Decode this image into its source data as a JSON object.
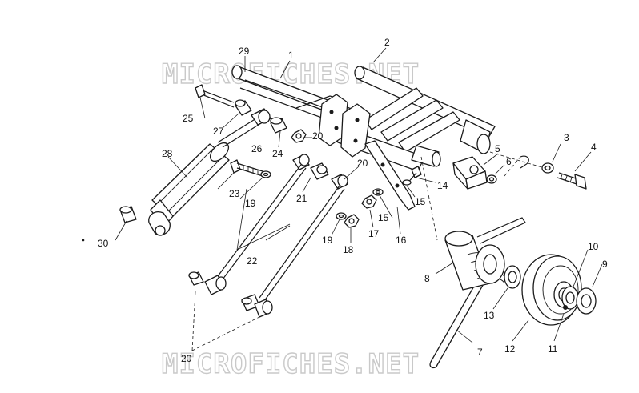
{
  "watermark": {
    "top": "MICROFICHES.NET",
    "bottom": "MICROFICHES.NET"
  },
  "callouts": [
    "1",
    "2",
    "3",
    "4",
    "5",
    "6",
    "7",
    "8",
    "9",
    "10",
    "11",
    "12",
    "13",
    "14",
    "15",
    "15",
    "16",
    "17",
    "18",
    "19",
    "19",
    "20",
    "20",
    "20",
    "20",
    "21",
    "22",
    "23",
    "24",
    "25",
    "26",
    "27",
    "28",
    "29",
    "30"
  ]
}
